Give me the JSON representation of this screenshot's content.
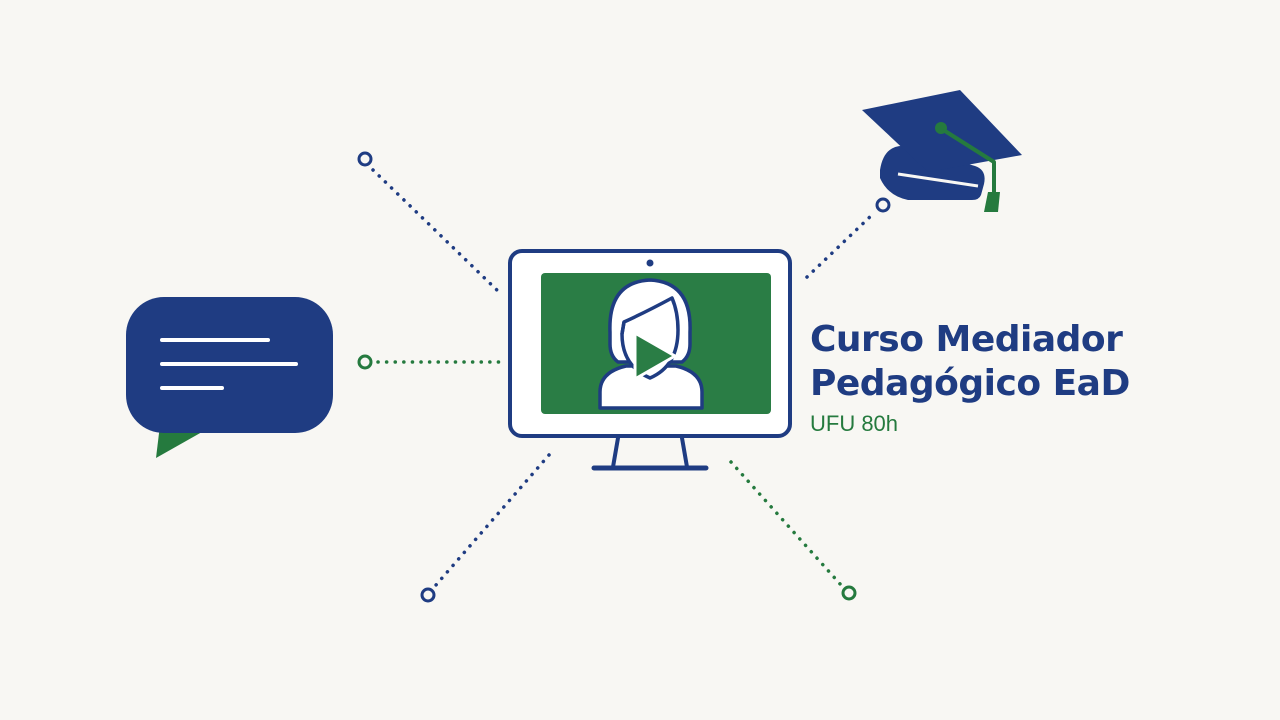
{
  "title": {
    "line1": "Curso Mediador",
    "line2": "Pedagógico EaD"
  },
  "subtitle": "UFU 80h",
  "colors": {
    "navy": "#1f3c82",
    "green": "#257a3e",
    "background": "#f8f7f3",
    "screen_green": "#2a7d45",
    "white": "#ffffff"
  },
  "icons": [
    "monitor-icon",
    "person-avatar-icon",
    "play-icon",
    "chat-bubble-icon",
    "graduation-cap-icon"
  ]
}
